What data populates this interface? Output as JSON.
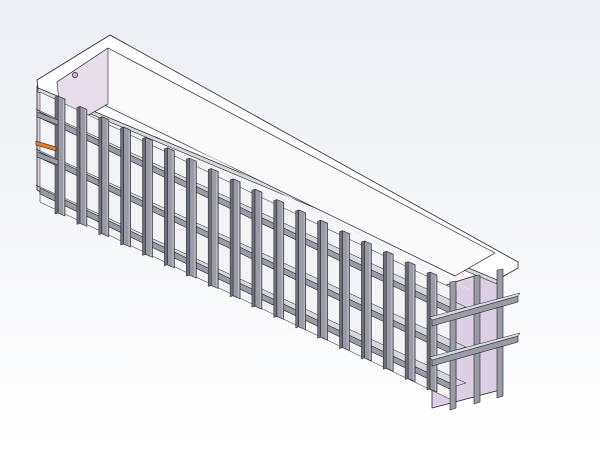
{
  "viewport": {
    "background": {
      "top_color": "#eceef4",
      "bottom_color": "#ffffff"
    }
  },
  "model": {
    "name": "",
    "colors": {
      "rim_top": "#ffffff",
      "rim_edge": "#d6d6dd",
      "tank_floor": "#f4f4f6",
      "inner_end_wall": "#e6dcea",
      "inner_long_wall": "#fafafa",
      "outer_end_wall": "#dccfe3",
      "frame_steel": "#9a9ba6",
      "frame_steel_dark": "#6e707b",
      "frame_steel_light": "#c4c5cd",
      "rail_highlight": "#d7d8df",
      "outline": "#222226",
      "nozzle_accent": "#e07b2a",
      "hole_fill": "#c8b8cf"
    },
    "frame": {
      "post_count_front": 18,
      "rail_levels": 3,
      "end_post_count": 3
    }
  }
}
